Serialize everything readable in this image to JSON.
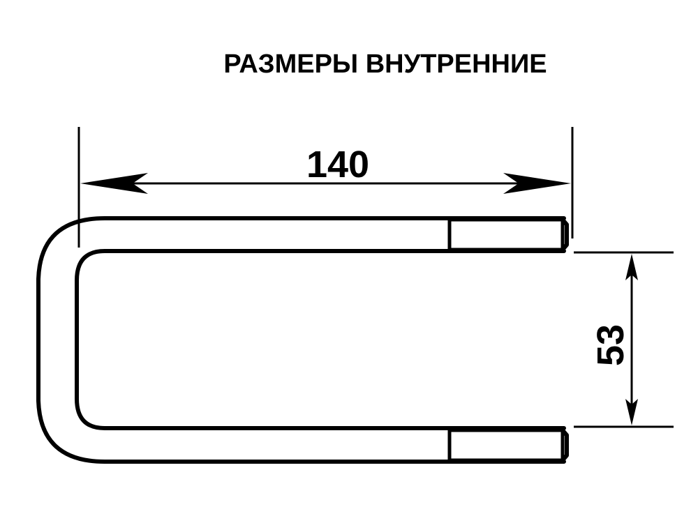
{
  "title": "РАЗМЕРЫ ВНУТРЕННИЕ",
  "dimensions": {
    "width_label": "140",
    "height_label": "53"
  },
  "colors": {
    "line": "#000000",
    "background": "#ffffff"
  }
}
